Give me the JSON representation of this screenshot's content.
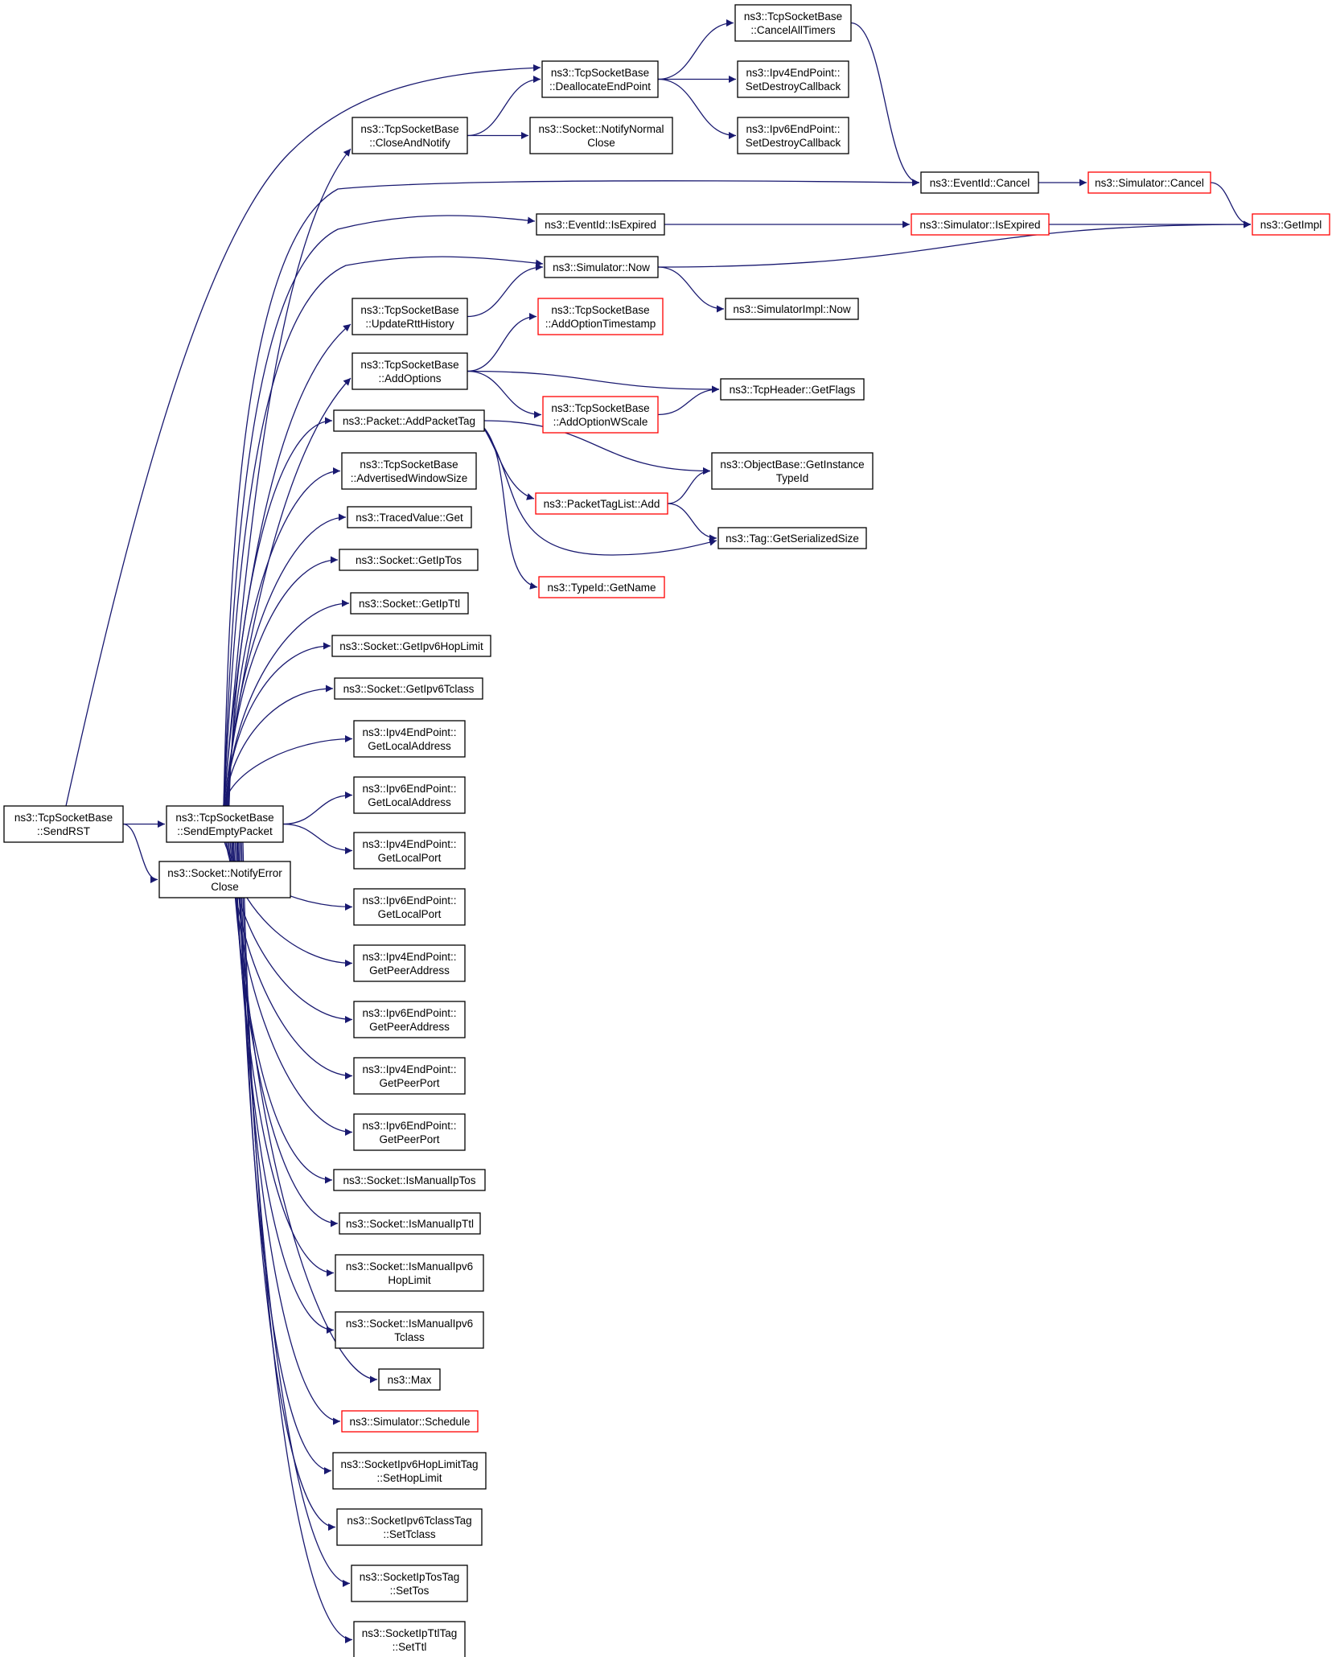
{
  "colors": {
    "edge": "#191970",
    "node_border": "#000000",
    "node_border_truncated": "#ff0000",
    "focus_fill": "#bfbfbf",
    "node_fill": "#ffffff"
  },
  "nodes": [
    {
      "id": "sendrst",
      "lines": [
        "ns3::TcpSocketBase",
        "::SendRST"
      ],
      "style": "focus"
    },
    {
      "id": "sendemptypacket",
      "lines": [
        "ns3::TcpSocketBase",
        "::SendEmptyPacket"
      ],
      "style": "normal"
    },
    {
      "id": "notifyerrorclose",
      "lines": [
        "ns3::Socket::NotifyError",
        "Close"
      ],
      "style": "normal"
    },
    {
      "id": "deallocateendpoint",
      "lines": [
        "ns3::TcpSocketBase",
        "::DeallocateEndPoint"
      ],
      "style": "normal"
    },
    {
      "id": "cancelalltimers",
      "lines": [
        "ns3::TcpSocketBase",
        "::CancelAllTimers"
      ],
      "style": "normal"
    },
    {
      "id": "ipv4setdestroy",
      "lines": [
        "ns3::Ipv4EndPoint::",
        "SetDestroyCallback"
      ],
      "style": "normal"
    },
    {
      "id": "ipv6setdestroy",
      "lines": [
        "ns3::Ipv6EndPoint::",
        "SetDestroyCallback"
      ],
      "style": "normal"
    },
    {
      "id": "closeandnotify",
      "lines": [
        "ns3::TcpSocketBase",
        "::CloseAndNotify"
      ],
      "style": "normal"
    },
    {
      "id": "notifynormalclose",
      "lines": [
        "ns3::Socket::NotifyNormal",
        "Close"
      ],
      "style": "normal"
    },
    {
      "id": "eventidcancel",
      "lines": [
        "ns3::EventId::Cancel"
      ],
      "style": "normal"
    },
    {
      "id": "simulatorcancel",
      "lines": [
        "ns3::Simulator::Cancel"
      ],
      "style": "truncated"
    },
    {
      "id": "getimpl",
      "lines": [
        "ns3::GetImpl"
      ],
      "style": "truncated"
    },
    {
      "id": "eventidisexpired",
      "lines": [
        "ns3::EventId::IsExpired"
      ],
      "style": "normal"
    },
    {
      "id": "simulatorisexpired",
      "lines": [
        "ns3::Simulator::IsExpired"
      ],
      "style": "truncated"
    },
    {
      "id": "simulatornow",
      "lines": [
        "ns3::Simulator::Now"
      ],
      "style": "normal"
    },
    {
      "id": "simulatorimplnow",
      "lines": [
        "ns3::SimulatorImpl::Now"
      ],
      "style": "normal"
    },
    {
      "id": "updatertthistory",
      "lines": [
        "ns3::TcpSocketBase",
        "::UpdateRttHistory"
      ],
      "style": "normal"
    },
    {
      "id": "addoptiontimestamp",
      "lines": [
        "ns3::TcpSocketBase",
        "::AddOptionTimestamp"
      ],
      "style": "truncated"
    },
    {
      "id": "addoptions",
      "lines": [
        "ns3::TcpSocketBase",
        "::AddOptions"
      ],
      "style": "normal"
    },
    {
      "id": "tcpheadergetflags",
      "lines": [
        "ns3::TcpHeader::GetFlags"
      ],
      "style": "normal"
    },
    {
      "id": "addoptionwscale",
      "lines": [
        "ns3::TcpSocketBase",
        "::AddOptionWScale"
      ],
      "style": "truncated"
    },
    {
      "id": "addpackettag",
      "lines": [
        "ns3::Packet::AddPacketTag"
      ],
      "style": "normal"
    },
    {
      "id": "getinstancetypeid",
      "lines": [
        "ns3::ObjectBase::GetInstance",
        "TypeId"
      ],
      "style": "normal"
    },
    {
      "id": "packettaglistadd",
      "lines": [
        "ns3::PacketTagList::Add"
      ],
      "style": "truncated"
    },
    {
      "id": "taggetserializedsize",
      "lines": [
        "ns3::Tag::GetSerializedSize"
      ],
      "style": "normal"
    },
    {
      "id": "typeidgetname",
      "lines": [
        "ns3::TypeId::GetName"
      ],
      "style": "truncated"
    },
    {
      "id": "advertisedwindowsize",
      "lines": [
        "ns3::TcpSocketBase",
        "::AdvertisedWindowSize"
      ],
      "style": "normal"
    },
    {
      "id": "tracedvalueget",
      "lines": [
        "ns3::TracedValue::Get"
      ],
      "style": "normal"
    },
    {
      "id": "getiptos",
      "lines": [
        "ns3::Socket::GetIpTos"
      ],
      "style": "normal"
    },
    {
      "id": "getipttl",
      "lines": [
        "ns3::Socket::GetIpTtl"
      ],
      "style": "normal"
    },
    {
      "id": "getipv6hoplimit",
      "lines": [
        "ns3::Socket::GetIpv6HopLimit"
      ],
      "style": "normal"
    },
    {
      "id": "getipv6tclass",
      "lines": [
        "ns3::Socket::GetIpv6Tclass"
      ],
      "style": "normal"
    },
    {
      "id": "ipv4getlocaladdress",
      "lines": [
        "ns3::Ipv4EndPoint::",
        "GetLocalAddress"
      ],
      "style": "normal"
    },
    {
      "id": "ipv6getlocaladdress",
      "lines": [
        "ns3::Ipv6EndPoint::",
        "GetLocalAddress"
      ],
      "style": "normal"
    },
    {
      "id": "ipv4getlocalport",
      "lines": [
        "ns3::Ipv4EndPoint::",
        "GetLocalPort"
      ],
      "style": "normal"
    },
    {
      "id": "ipv6getlocalport",
      "lines": [
        "ns3::Ipv6EndPoint::",
        "GetLocalPort"
      ],
      "style": "normal"
    },
    {
      "id": "ipv4getpeeraddress",
      "lines": [
        "ns3::Ipv4EndPoint::",
        "GetPeerAddress"
      ],
      "style": "normal"
    },
    {
      "id": "ipv6getpeeraddress",
      "lines": [
        "ns3::Ipv6EndPoint::",
        "GetPeerAddress"
      ],
      "style": "normal"
    },
    {
      "id": "ipv4getpeerport",
      "lines": [
        "ns3::Ipv4EndPoint::",
        "GetPeerPort"
      ],
      "style": "normal"
    },
    {
      "id": "ipv6getpeerport",
      "lines": [
        "ns3::Ipv6EndPoint::",
        "GetPeerPort"
      ],
      "style": "normal"
    },
    {
      "id": "ismanualiptos",
      "lines": [
        "ns3::Socket::IsManualIpTos"
      ],
      "style": "normal"
    },
    {
      "id": "ismanualipttl",
      "lines": [
        "ns3::Socket::IsManualIpTtl"
      ],
      "style": "normal"
    },
    {
      "id": "ismanualipv6hoplimit",
      "lines": [
        "ns3::Socket::IsManualIpv6",
        "HopLimit"
      ],
      "style": "normal"
    },
    {
      "id": "ismanualipv6tclass",
      "lines": [
        "ns3::Socket::IsManualIpv6",
        "Tclass"
      ],
      "style": "normal"
    },
    {
      "id": "max",
      "lines": [
        "ns3::Max"
      ],
      "style": "normal"
    },
    {
      "id": "simulatorschedule",
      "lines": [
        "ns3::Simulator::Schedule"
      ],
      "style": "truncated"
    },
    {
      "id": "sethoplimit",
      "lines": [
        "ns3::SocketIpv6HopLimitTag",
        "::SetHopLimit"
      ],
      "style": "normal"
    },
    {
      "id": "settclass",
      "lines": [
        "ns3::SocketIpv6TclassTag",
        "::SetTclass"
      ],
      "style": "normal"
    },
    {
      "id": "settos",
      "lines": [
        "ns3::SocketIpTosTag",
        "::SetTos"
      ],
      "style": "normal"
    },
    {
      "id": "setttl",
      "lines": [
        "ns3::SocketIpTtlTag",
        "::SetTtl"
      ],
      "style": "normal"
    }
  ],
  "edges": [
    [
      "sendrst",
      "deallocateendpoint"
    ],
    [
      "sendrst",
      "sendemptypacket"
    ],
    [
      "sendrst",
      "notifyerrorclose"
    ],
    [
      "deallocateendpoint",
      "cancelalltimers"
    ],
    [
      "deallocateendpoint",
      "ipv4setdestroy"
    ],
    [
      "deallocateendpoint",
      "ipv6setdestroy"
    ],
    [
      "cancelalltimers",
      "eventidcancel"
    ],
    [
      "closeandnotify",
      "deallocateendpoint"
    ],
    [
      "closeandnotify",
      "notifynormalclose"
    ],
    [
      "eventidcancel",
      "simulatorcancel"
    ],
    [
      "simulatorcancel",
      "getimpl"
    ],
    [
      "eventidisexpired",
      "simulatorisexpired"
    ],
    [
      "simulatorisexpired",
      "getimpl"
    ],
    [
      "simulatornow",
      "getimpl"
    ],
    [
      "simulatornow",
      "simulatorimplnow"
    ],
    [
      "updatertthistory",
      "simulatornow"
    ],
    [
      "addoptions",
      "addoptiontimestamp"
    ],
    [
      "addoptions",
      "tcpheadergetflags"
    ],
    [
      "addoptions",
      "addoptionwscale"
    ],
    [
      "addoptionwscale",
      "tcpheadergetflags"
    ],
    [
      "addpackettag",
      "getinstancetypeid"
    ],
    [
      "addpackettag",
      "packettaglistadd"
    ],
    [
      "addpackettag",
      "taggetserializedsize"
    ],
    [
      "addpackettag",
      "typeidgetname"
    ],
    [
      "packettaglistadd",
      "getinstancetypeid"
    ],
    [
      "packettaglistadd",
      "taggetserializedsize"
    ],
    [
      "sendemptypacket",
      "closeandnotify"
    ],
    [
      "sendemptypacket",
      "eventidcancel"
    ],
    [
      "sendemptypacket",
      "eventidisexpired"
    ],
    [
      "sendemptypacket",
      "simulatornow"
    ],
    [
      "sendemptypacket",
      "updatertthistory"
    ],
    [
      "sendemptypacket",
      "addoptions"
    ],
    [
      "sendemptypacket",
      "addpackettag"
    ],
    [
      "sendemptypacket",
      "advertisedwindowsize"
    ],
    [
      "sendemptypacket",
      "tracedvalueget"
    ],
    [
      "sendemptypacket",
      "getiptos"
    ],
    [
      "sendemptypacket",
      "getipttl"
    ],
    [
      "sendemptypacket",
      "getipv6hoplimit"
    ],
    [
      "sendemptypacket",
      "getipv6tclass"
    ],
    [
      "sendemptypacket",
      "ipv4getlocaladdress"
    ],
    [
      "sendemptypacket",
      "ipv6getlocaladdress"
    ],
    [
      "sendemptypacket",
      "ipv4getlocalport"
    ],
    [
      "sendemptypacket",
      "ipv6getlocalport"
    ],
    [
      "sendemptypacket",
      "ipv4getpeeraddress"
    ],
    [
      "sendemptypacket",
      "ipv6getpeeraddress"
    ],
    [
      "sendemptypacket",
      "ipv4getpeerport"
    ],
    [
      "sendemptypacket",
      "ipv6getpeerport"
    ],
    [
      "sendemptypacket",
      "ismanualiptos"
    ],
    [
      "sendemptypacket",
      "ismanualipttl"
    ],
    [
      "sendemptypacket",
      "ismanualipv6hoplimit"
    ],
    [
      "sendemptypacket",
      "ismanualipv6tclass"
    ],
    [
      "sendemptypacket",
      "max"
    ],
    [
      "sendemptypacket",
      "simulatorschedule"
    ],
    [
      "sendemptypacket",
      "sethoplimit"
    ],
    [
      "sendemptypacket",
      "settclass"
    ],
    [
      "sendemptypacket",
      "settos"
    ],
    [
      "sendemptypacket",
      "setttl"
    ]
  ]
}
